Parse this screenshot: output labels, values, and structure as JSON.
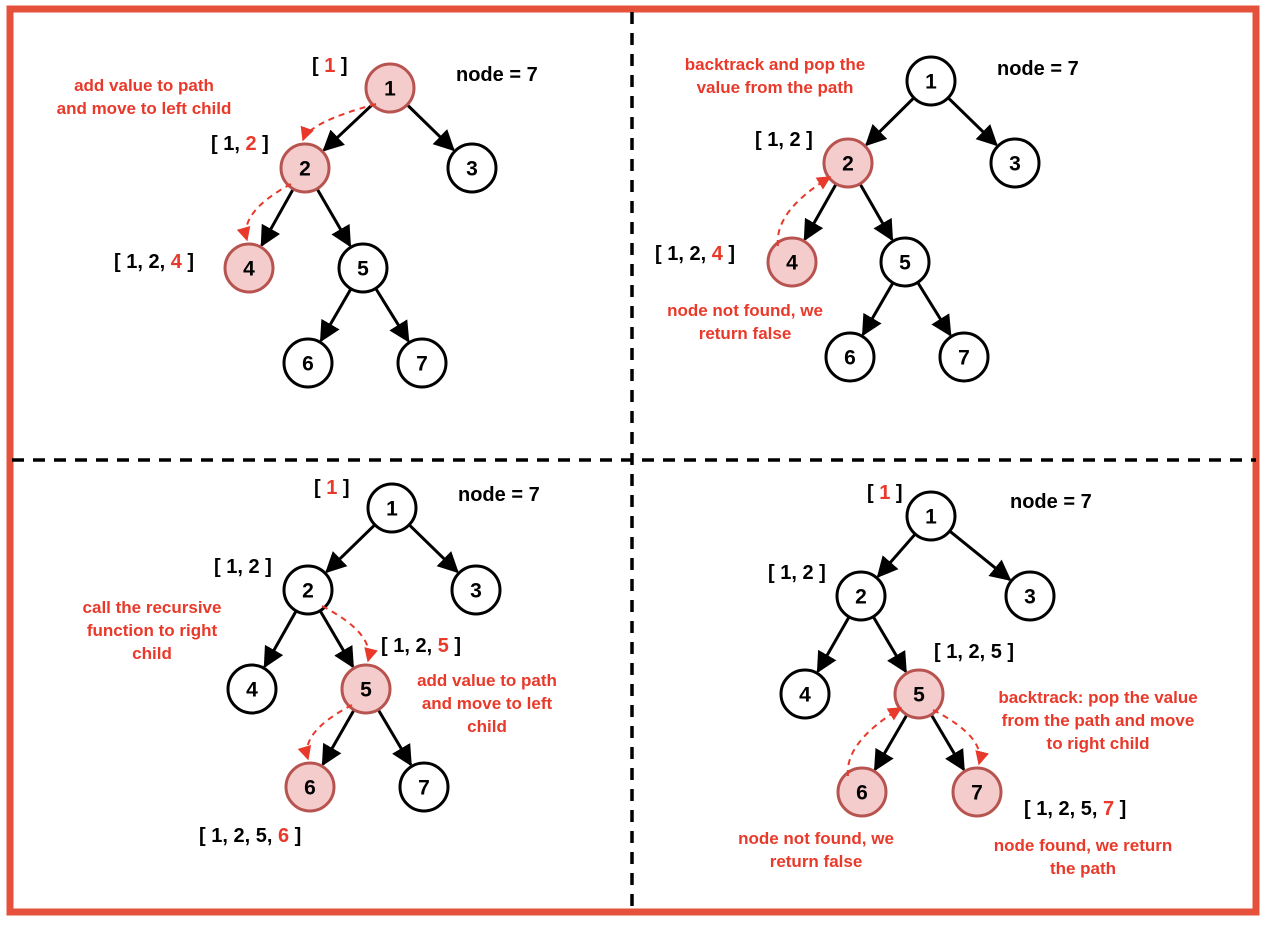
{
  "colors": {
    "frame": "#e5513a",
    "accent_text": "#e8392a",
    "highlight_fill": "#f4cccc",
    "highlight_stroke": "#b85450",
    "edge": "#000000",
    "divider": "#000000"
  },
  "panels": [
    {
      "id": "top-left",
      "node_label": "node = 7",
      "highlighted": [
        "1",
        "2",
        "4"
      ],
      "arcs": [
        [
          "1",
          "2"
        ],
        [
          "2",
          "4"
        ]
      ],
      "path_labels": [
        {
          "node": "1",
          "prefix": "[ ",
          "red": "1",
          "suffix": " ]"
        },
        {
          "node": "2",
          "prefix": "[ 1, ",
          "red": "2",
          "suffix": " ]"
        },
        {
          "node": "4",
          "prefix": "[ 1, 2, ",
          "red": "4",
          "suffix": " ]"
        }
      ],
      "notes": [
        {
          "lines": [
            "add value to path",
            "and move to left child"
          ]
        }
      ]
    },
    {
      "id": "top-right",
      "node_label": "node = 7",
      "highlighted": [
        "2",
        "4"
      ],
      "arcs": [
        [
          "4",
          "2"
        ]
      ],
      "path_labels": [
        {
          "node": "2",
          "prefix": "[ 1, 2 ]",
          "red": "",
          "suffix": ""
        },
        {
          "node": "4",
          "prefix": "[ 1, 2, ",
          "red": "4",
          "suffix": " ]"
        }
      ],
      "notes": [
        {
          "lines": [
            "backtrack and pop the",
            "value from the path"
          ]
        },
        {
          "lines": [
            "node not found, we",
            "return false"
          ]
        }
      ]
    },
    {
      "id": "bottom-left",
      "node_label": "node = 7",
      "highlighted": [
        "5",
        "6"
      ],
      "arcs": [
        [
          "2",
          "5"
        ],
        [
          "5",
          "6"
        ]
      ],
      "path_labels": [
        {
          "node": "1",
          "prefix": "[ ",
          "red": "1",
          "suffix": " ]"
        },
        {
          "node": "2",
          "prefix": "[ 1, 2 ]",
          "red": "",
          "suffix": ""
        },
        {
          "node": "5",
          "prefix": "[ 1, 2, ",
          "red": "5",
          "suffix": " ]"
        },
        {
          "node": "6",
          "prefix": "[ 1, 2, 5, ",
          "red": "6",
          "suffix": " ]"
        }
      ],
      "notes": [
        {
          "lines": [
            "call the recursive",
            "function to right",
            "child"
          ]
        },
        {
          "lines": [
            "add value to path",
            "and move to left",
            "child"
          ]
        }
      ]
    },
    {
      "id": "bottom-right",
      "node_label": "node = 7",
      "highlighted": [
        "5",
        "6",
        "7"
      ],
      "arcs": [
        [
          "6",
          "5"
        ],
        [
          "5",
          "7"
        ]
      ],
      "path_labels": [
        {
          "node": "1",
          "prefix": "[ ",
          "red": "1",
          "suffix": " ]"
        },
        {
          "node": "2",
          "prefix": "[ 1, 2 ]",
          "red": "",
          "suffix": ""
        },
        {
          "node": "5",
          "prefix": "[ 1, 2, 5 ]",
          "red": "",
          "suffix": ""
        },
        {
          "node": "7",
          "prefix": "[ 1, 2, 5, ",
          "red": "7",
          "suffix": " ]"
        }
      ],
      "notes": [
        {
          "lines": [
            "backtrack: pop the value",
            "from the path and move",
            "to right child"
          ]
        },
        {
          "lines": [
            "node not found, we",
            "return false"
          ]
        },
        {
          "lines": [
            "node found, we return",
            "the path"
          ]
        }
      ]
    }
  ],
  "tree": {
    "nodes": [
      "1",
      "2",
      "3",
      "4",
      "5",
      "6",
      "7"
    ],
    "edges": [
      [
        "1",
        "2"
      ],
      [
        "1",
        "3"
      ],
      [
        "2",
        "4"
      ],
      [
        "2",
        "5"
      ],
      [
        "5",
        "6"
      ],
      [
        "5",
        "7"
      ]
    ]
  }
}
